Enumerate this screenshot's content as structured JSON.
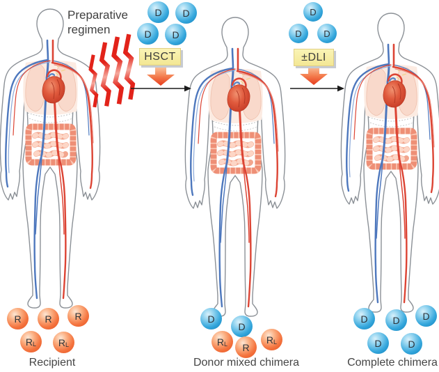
{
  "annotations": {
    "preparative_line1": "Preparative",
    "preparative_line2": "regimen",
    "hsct": "HSCT",
    "dli": "±DLI"
  },
  "figures": [
    {
      "id": "recipient",
      "label": "Recipient"
    },
    {
      "id": "donor-mixed-chimera",
      "label": "Donor mixed chimera"
    },
    {
      "id": "complete-chimera",
      "label": "Complete chimera"
    }
  ],
  "cells": {
    "hsct_infusion": [
      {
        "letter": "D"
      },
      {
        "letter": "D"
      },
      {
        "letter": "D"
      },
      {
        "letter": "D"
      }
    ],
    "dli_infusion": [
      {
        "letter": "D"
      },
      {
        "letter": "D"
      },
      {
        "letter": "D"
      }
    ],
    "recipient_group": [
      {
        "letter": "R"
      },
      {
        "letter": "R"
      },
      {
        "letter": "R"
      },
      {
        "letter": "R",
        "sub": "L"
      },
      {
        "letter": "R",
        "sub": "L"
      }
    ],
    "mixed_group": [
      {
        "letter": "D"
      },
      {
        "letter": "D"
      },
      {
        "letter": "R",
        "sub": "L"
      },
      {
        "letter": "R"
      },
      {
        "letter": "R",
        "sub": "L"
      }
    ],
    "complete_group": [
      {
        "letter": "D"
      },
      {
        "letter": "D"
      },
      {
        "letter": "D"
      },
      {
        "letter": "D"
      },
      {
        "letter": "D"
      }
    ]
  },
  "colors": {
    "donor_cell_blue": "#1f97d4",
    "recipient_cell_orange": "#f0592b",
    "plate_yellow": "#f6eda0",
    "bolt_red": "#e2231a",
    "down_arrow_orange": "#ee5a2c",
    "arrow_black": "#1a1a1a",
    "text_dark": "#3f3f3f"
  }
}
